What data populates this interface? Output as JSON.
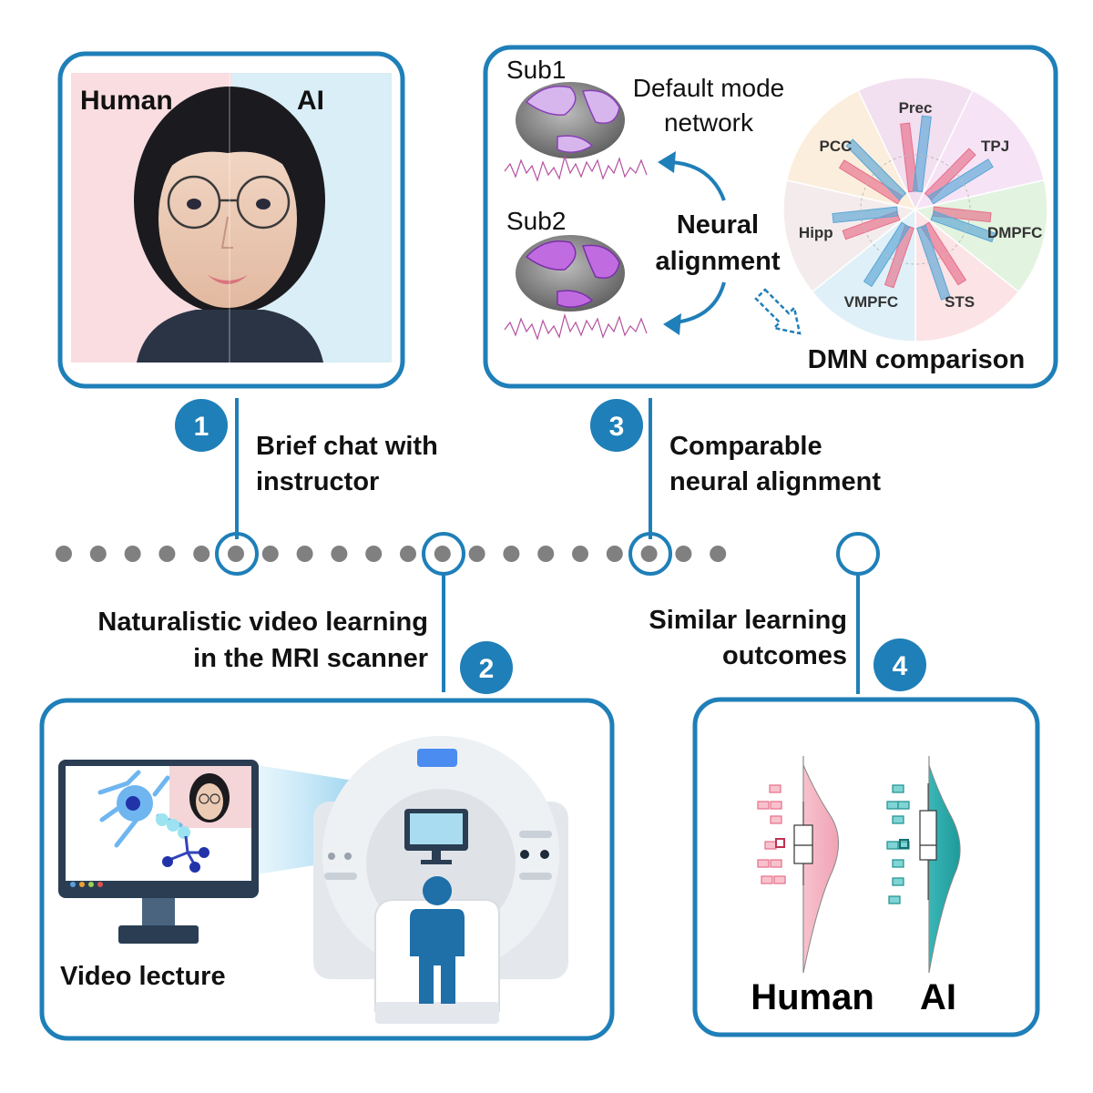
{
  "colors": {
    "accent": "#1f7fb8",
    "timeline_dot": "#808080",
    "human": "#e76f8a",
    "ai": "#2aa6a6",
    "brain_highlight": "#c06ce0"
  },
  "panel1": {
    "label_human": "Human",
    "label_ai": "AI"
  },
  "step1": {
    "number": "1",
    "line1": "Brief chat with",
    "line2": "instructor"
  },
  "step2": {
    "number": "2",
    "line1": "Naturalistic video learning",
    "line2": "in the MRI scanner"
  },
  "step3": {
    "number": "3",
    "line1": "Comparable",
    "line2": "neural alignment"
  },
  "step4": {
    "number": "4",
    "line1": "Similar learning",
    "line2": "outcomes"
  },
  "panel3": {
    "sub1": "Sub1",
    "sub2": "Sub2",
    "dmn_title_line1": "Default mode",
    "dmn_title_line2": "network",
    "neural_line1": "Neural",
    "neural_line2": "alignment",
    "comparison": "DMN comparison",
    "regions": [
      "Prec",
      "TPJ",
      "DMPFC",
      "STS",
      "VMPFC",
      "Hipp",
      "PCC"
    ]
  },
  "panel2": {
    "video_label": "Video lecture"
  },
  "panel4": {
    "human": "Human",
    "ai": "AI"
  },
  "icons": [
    "split-face-photo",
    "brain-icon",
    "signal-wave-icon",
    "monitor-icon",
    "neuron-icon",
    "mri-scanner-icon",
    "person-icon",
    "raincloud-plot-icon",
    "polar-chart-icon"
  ]
}
